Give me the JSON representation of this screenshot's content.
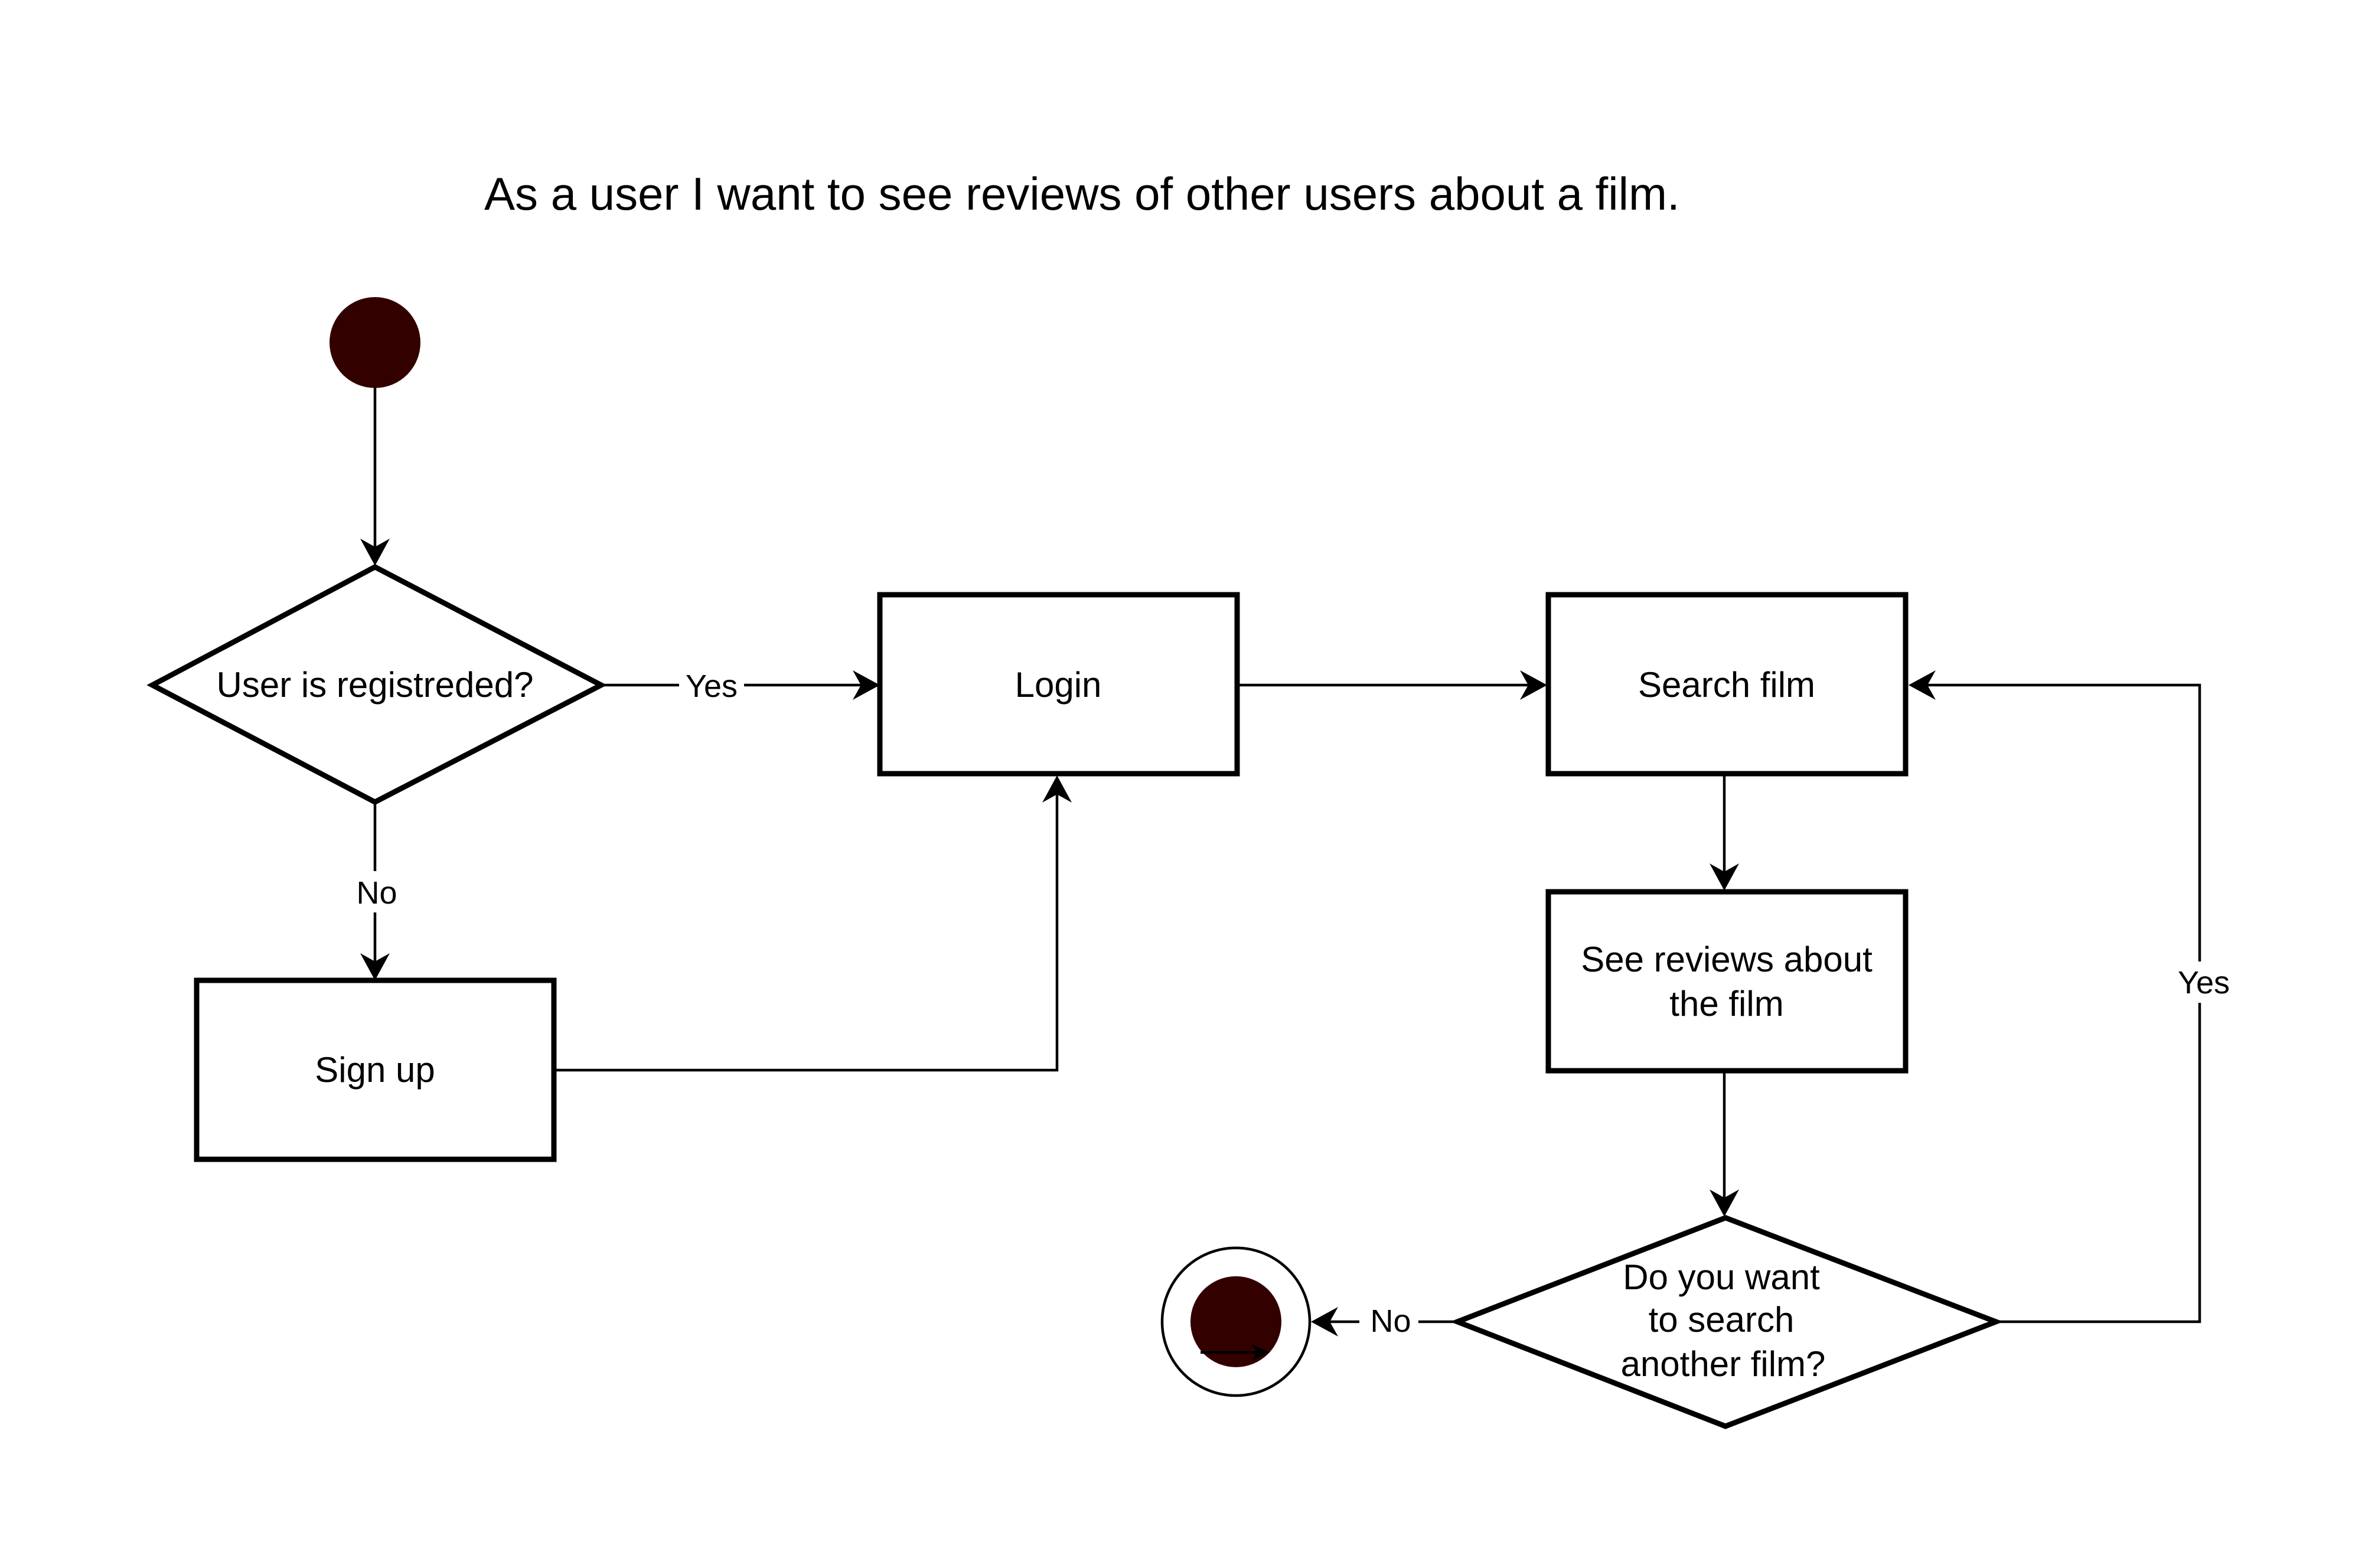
{
  "title": "As a user I want to see reviews of other users about a film.",
  "nodes": {
    "start": {
      "label": ""
    },
    "registered_decision": {
      "label": "User is registreded?"
    },
    "login": {
      "label": "Login"
    },
    "search_film": {
      "label": "Search film"
    },
    "sign_up": {
      "label": "Sign up"
    },
    "see_reviews": {
      "line1": "See reviews about",
      "line2": "the film"
    },
    "search_again_decision": {
      "line1": "Do you want",
      "line2": "to search",
      "line3": "another film?"
    },
    "end": {
      "label": ""
    }
  },
  "edges": {
    "registered_yes": {
      "label": "Yes"
    },
    "registered_no": {
      "label": "No"
    },
    "search_again_yes": {
      "label": "Yes"
    },
    "search_again_no": {
      "label": "No"
    }
  },
  "colors": {
    "node_fill": "#330000",
    "stroke": "#000000",
    "background": "#ffffff"
  }
}
